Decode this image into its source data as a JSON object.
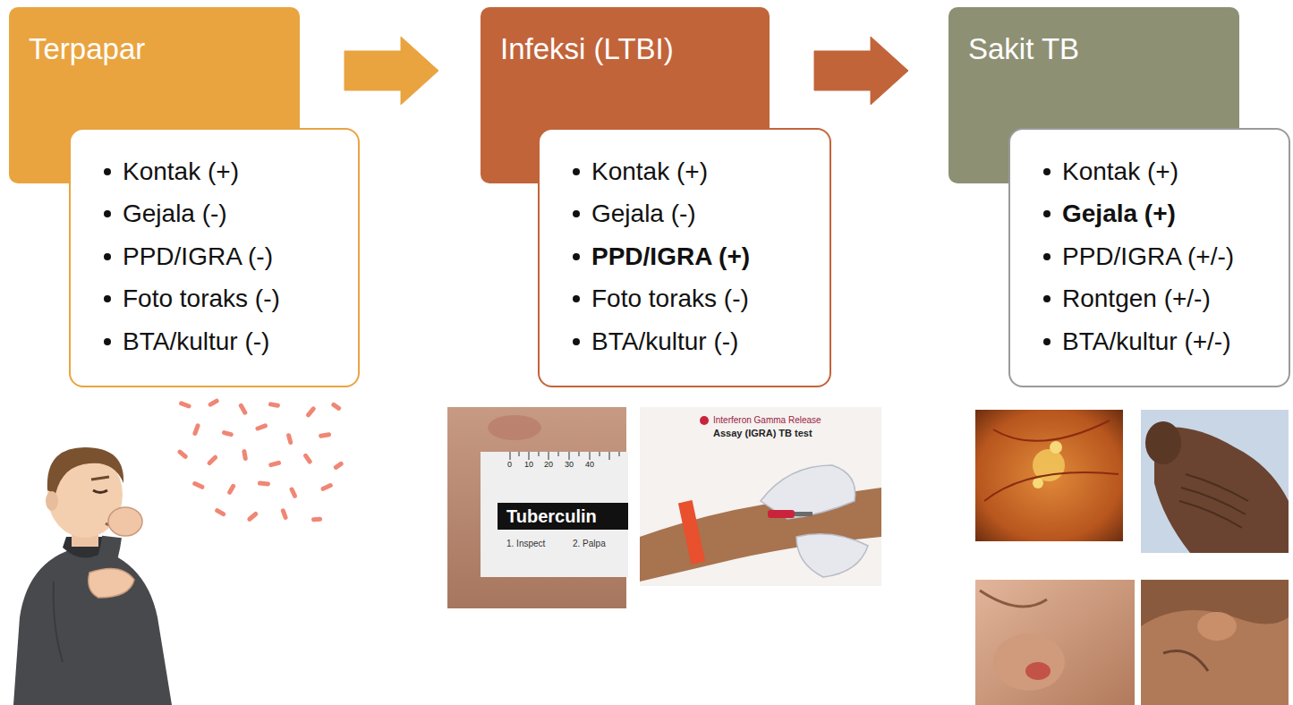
{
  "diagram": {
    "nodes": [
      {
        "text": [
          "Terpapar"
        ]
      },
      {
        "text": [
          "Kontak (+)",
          "Gejala (-)",
          "PPD/IGRA (-)",
          "Foto toraks (-)",
          "BTA/kultur (-)"
        ]
      },
      {
        "text": [
          "Infeksi (LTBI)"
        ]
      },
      {
        "text": [
          "Kontak (+)",
          "Gejala (-)",
          "PPD/IGRA (+)",
          "Foto toraks (-)",
          "BTA/kultur (-)"
        ]
      },
      {
        "text": [
          "Sakit TB"
        ]
      },
      {
        "text": [
          "Kontak (+)",
          "Gejala (+)",
          "PPD/IGRA (+/-)",
          "Rontgen (+/-)",
          "BTA/kultur (+/-)"
        ]
      }
    ],
    "edges": [
      {
        "from": 0,
        "to": 2,
        "arrow": "to"
      },
      {
        "from": 2,
        "to": 4,
        "arrow": "to"
      }
    ],
    "labels": [
      "0",
      "10",
      "20",
      "30",
      "40",
      "Tuberculin",
      "1. Inspect",
      "2. Palpa",
      "Interferon Gamma Release",
      "Assay (IGRA) TB test"
    ]
  }
}
